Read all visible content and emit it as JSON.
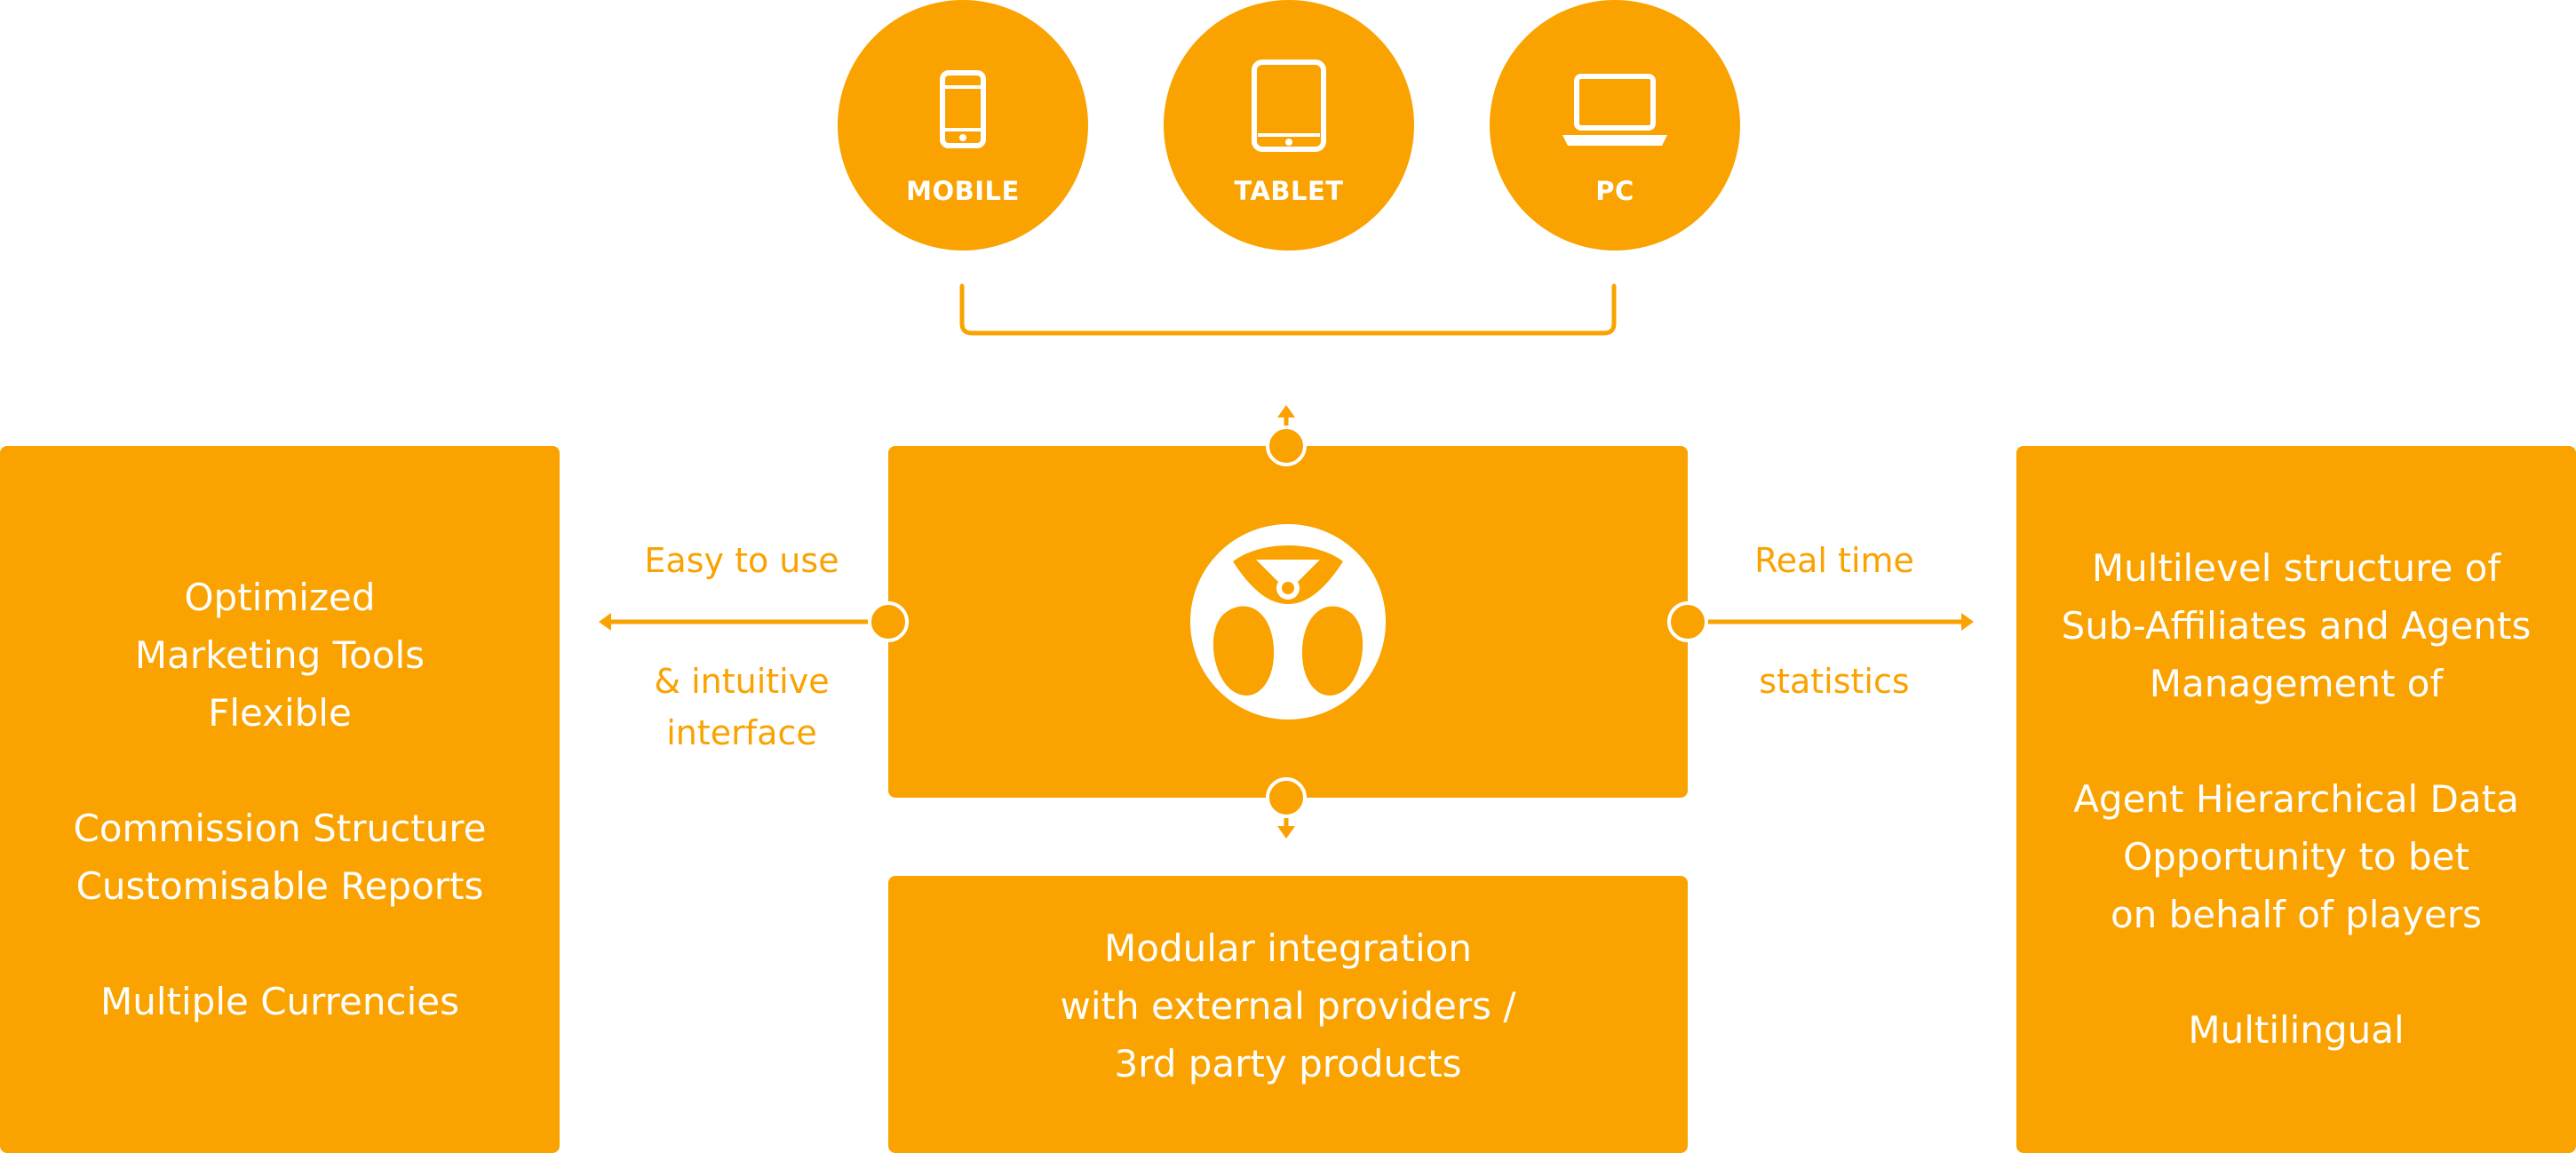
{
  "colors": {
    "accent": "#F9A200",
    "text_on_accent": "#FFFFFF",
    "background": "#FFFFFF"
  },
  "devices": [
    {
      "label": "MOBILE",
      "icon": "smartphone-icon"
    },
    {
      "label": "TABLET",
      "icon": "tablet-icon"
    },
    {
      "label": "PC",
      "icon": "laptop-icon"
    }
  ],
  "left_box": {
    "lines": [
      "Optimized",
      "Marketing Tools",
      "Flexible",
      "",
      "Commission Structure",
      "Customisable Reports",
      "",
      "Multiple Currencies"
    ]
  },
  "left_connector": {
    "top_label": "Easy to use",
    "bottom_lines": [
      "& intuitive",
      "interface"
    ]
  },
  "center_box": {
    "icon": "platform-logo-icon"
  },
  "right_connector": {
    "top_label": "Real time",
    "bottom_lines": [
      "statistics"
    ]
  },
  "right_box": {
    "lines": [
      "Multilevel structure of",
      "Sub-Affiliates and Agents",
      "Management of",
      "",
      "Agent Hierarchical Data",
      "Opportunity to bet",
      "on behalf of players",
      "",
      "Multilingual"
    ]
  },
  "bottom_box": {
    "lines": [
      "Modular integration",
      "with external providers /",
      "3rd party products"
    ]
  }
}
